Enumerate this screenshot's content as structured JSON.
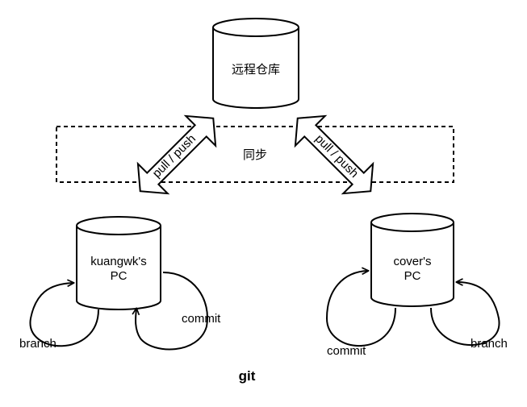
{
  "remote_repo": {
    "label": "远程仓库"
  },
  "sync": {
    "label": "同步"
  },
  "left_arrow": {
    "label": "pull / push"
  },
  "right_arrow": {
    "label": "pull / push"
  },
  "local_left": {
    "line1": "kuangwk's",
    "line2": "PC",
    "branch_label": "branch",
    "commit_label": "commit"
  },
  "local_right": {
    "line1": "cover's",
    "line2": "PC",
    "commit_label": "commit",
    "branch_label": "branch"
  },
  "caption": "git"
}
